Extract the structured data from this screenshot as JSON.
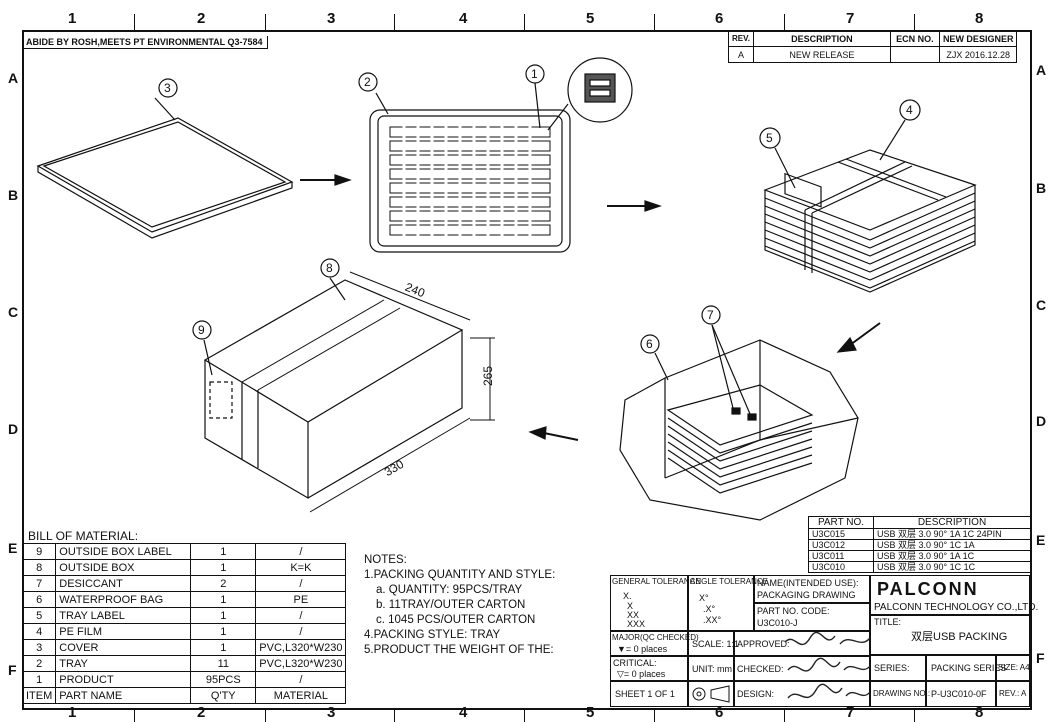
{
  "column_numbers": [
    "1",
    "2",
    "3",
    "4",
    "5",
    "6",
    "7",
    "8"
  ],
  "row_letters": [
    "A",
    "B",
    "C",
    "D",
    "E",
    "F"
  ],
  "compliance_note": "ABIDE BY ROSH,MEETS PT ENVIRONMENTAL Q3-7584",
  "revision_table": {
    "headers": [
      "REV.",
      "DESCRIPTION",
      "ECN NO.",
      "NEW DESIGNER"
    ],
    "rows": [
      {
        "rev": "A",
        "description": "NEW RELEASE",
        "ecn": "",
        "designer": "ZJX 2016.12.28"
      }
    ]
  },
  "callouts": [
    "1",
    "2",
    "3",
    "4",
    "5",
    "6",
    "7",
    "8",
    "9"
  ],
  "dimensions": {
    "length": "330",
    "width": "240",
    "height": "265"
  },
  "bill_of_material": {
    "title": "BILL OF MATERIAL:",
    "headers": [
      "ITEM",
      "PART NAME",
      "Q'TY",
      "MATERIAL"
    ],
    "rows": [
      {
        "item": "9",
        "name": "OUTSIDE BOX LABEL",
        "qty": "1",
        "material": "/"
      },
      {
        "item": "8",
        "name": "OUTSIDE BOX",
        "qty": "1",
        "material": "K=K"
      },
      {
        "item": "7",
        "name": "DESICCANT",
        "qty": "2",
        "material": "/"
      },
      {
        "item": "6",
        "name": "WATERPROOF BAG",
        "qty": "1",
        "material": "PE"
      },
      {
        "item": "5",
        "name": "TRAY LABEL",
        "qty": "1",
        "material": "/"
      },
      {
        "item": "4",
        "name": "PE FILM",
        "qty": "1",
        "material": "/"
      },
      {
        "item": "3",
        "name": "COVER",
        "qty": "1",
        "material": "PVC,L320*W230"
      },
      {
        "item": "2",
        "name": "TRAY",
        "qty": "11",
        "material": "PVC,L320*W230"
      },
      {
        "item": "1",
        "name": "PRODUCT",
        "qty": "95PCS",
        "material": "/"
      }
    ]
  },
  "notes": {
    "title": "NOTES:",
    "lines": [
      "1.PACKING QUANTITY AND STYLE:",
      "a. QUANTITY: 95PCS/TRAY",
      "b. 11TRAY/OUTER CARTON",
      "c. 1045 PCS/OUTER CARTON",
      "4.PACKING STYLE: TRAY",
      "5.PRODUCT THE WEIGHT OF THE:"
    ]
  },
  "part_table": {
    "headers": [
      "PART NO.",
      "DESCRIPTION"
    ],
    "rows": [
      {
        "part": "U3C015",
        "desc": "USB 双层 3.0 90° 1A 1C 24PIN"
      },
      {
        "part": "U3C012",
        "desc": "USB 双层 3.0 90° 1C 1A"
      },
      {
        "part": "U3C011",
        "desc": "USB 双层 3.0 90° 1A 1C"
      },
      {
        "part": "U3C010",
        "desc": "USB 双层 3.0 90° 1C 1C"
      }
    ]
  },
  "title_block": {
    "general_tolerance_label": "GENERAL TOLERANCE",
    "general_tolerance_values": [
      "X.",
      "X",
      "XX",
      "XXX"
    ],
    "angle_tolerance_label": "ANGLE TOLERANCE",
    "angle_tolerance_values": [
      "X°",
      ".X°",
      ".XX°"
    ],
    "name_label": "NAME(INTENDED USE):",
    "name_value": "PACKAGING DRAWING",
    "part_code_label": "PART NO. CODE:",
    "part_code_value": "U3C010-J",
    "major_label": "MAJOR(QC CHECKED)",
    "major_value": "▼= 0 places",
    "critical_label": "CRITICAL:",
    "critical_value": "▽= 0 places",
    "scale": "SCALE: 1:1",
    "unit": "UNIT: mm",
    "sheet": "SHEET 1 OF 1",
    "approved": "APPROVED:",
    "checked": "CHECKED:",
    "design": "DESIGN:",
    "logo": "PALCONN",
    "company": "PALCONN TECHNOLOGY CO.,LTD.",
    "title_label": "TITLE:",
    "title_value": "双层USB PACKING",
    "series_label": "SERIES:",
    "series_value": "PACKING SERIES",
    "size": "SIZE: A4",
    "drawing_no_label": "DRAWING NO.:",
    "drawing_no_value": "P-U3C010-0F",
    "rev": "REV.: A"
  }
}
